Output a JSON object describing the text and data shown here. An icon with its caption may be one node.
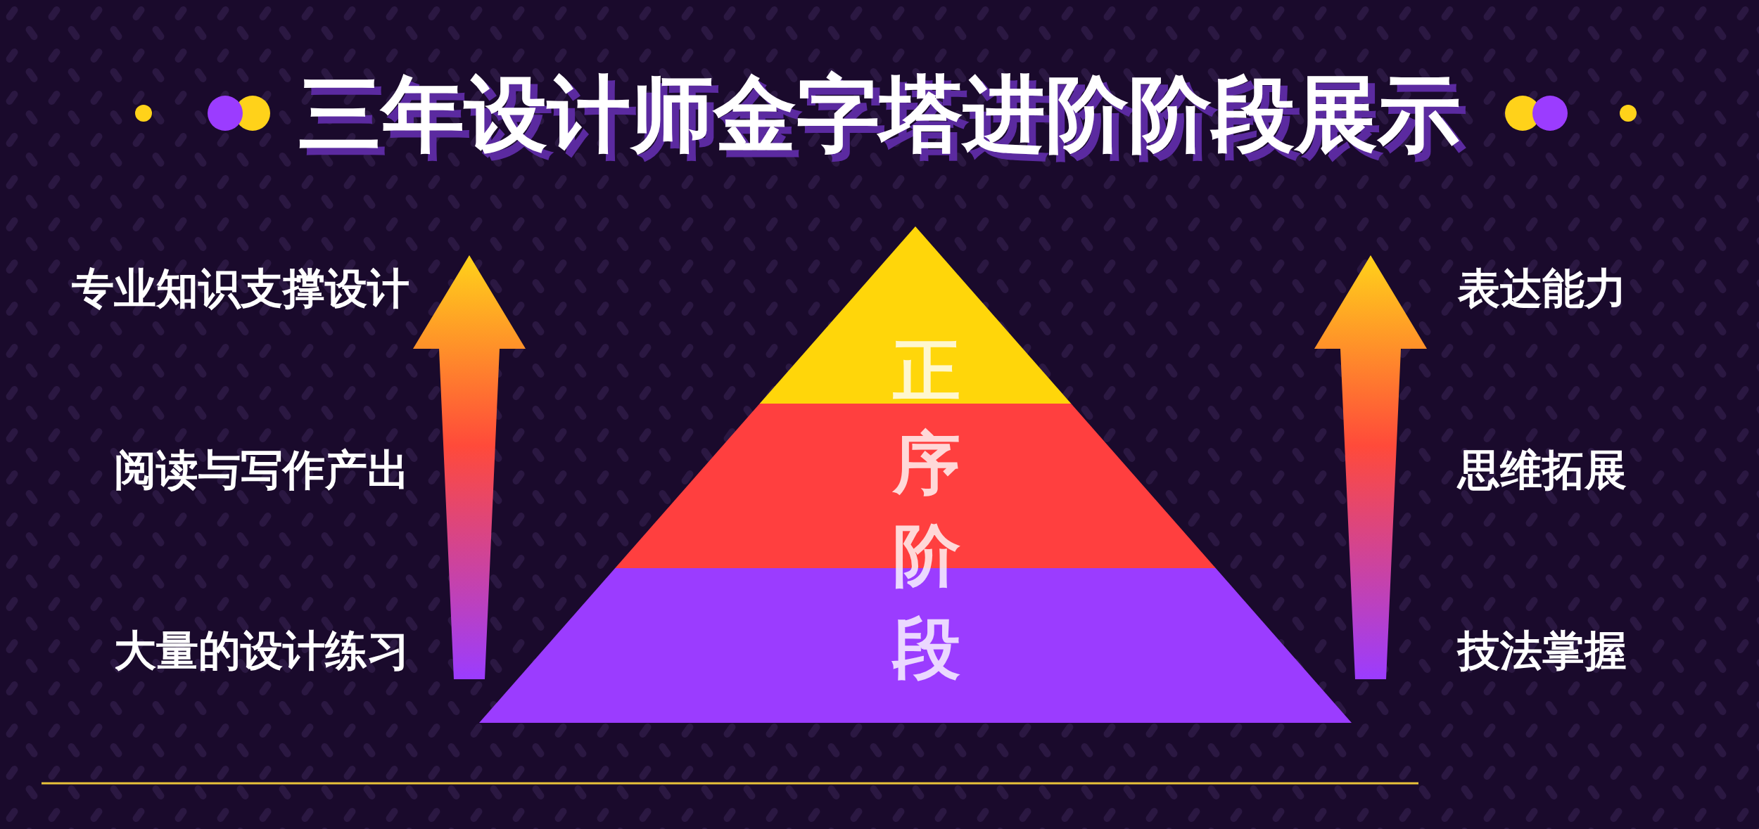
{
  "diagram": {
    "title": "三年设计师金字塔进阶阶段展示",
    "nodes": [
      {
        "text": [
          "正序阶段"
        ]
      }
    ],
    "labels": [
      "专业知识支撑设计",
      "表达能力",
      "阅读与写作产出",
      "思维拓展",
      "大量的设计练习",
      "技法掌握"
    ]
  }
}
